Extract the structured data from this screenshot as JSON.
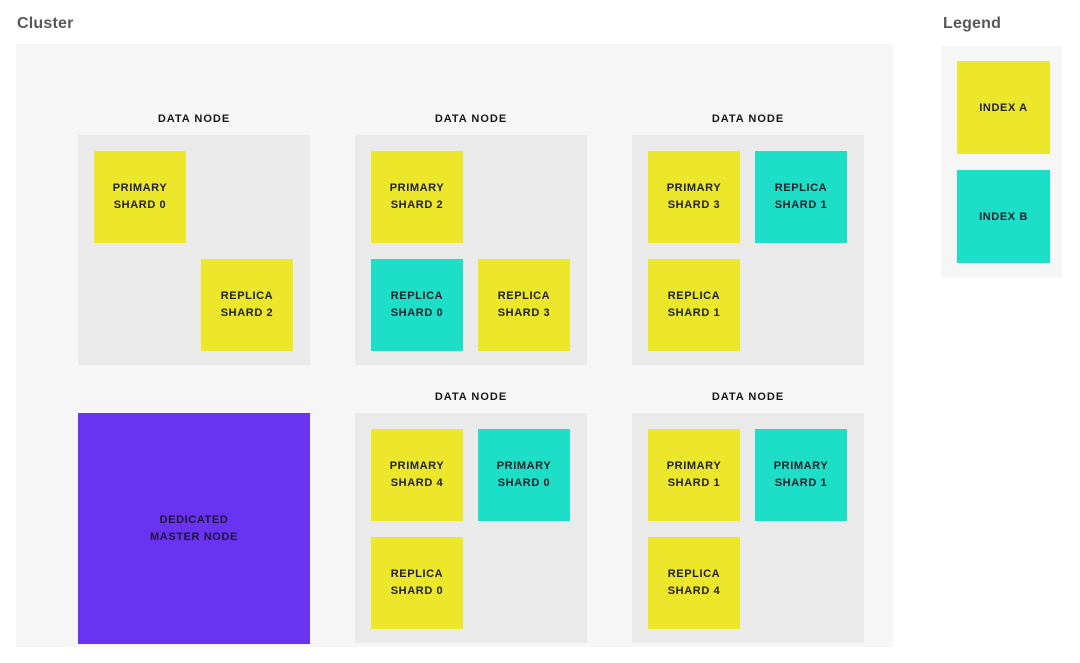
{
  "titles": {
    "cluster": "Cluster",
    "legend": "Legend"
  },
  "colors": {
    "index_a": "#EDE72B",
    "index_b": "#1DDEC6",
    "master_node": "#6A33F1",
    "cluster_bg": "#F6F6F7",
    "node_bg": "#EAEAEB",
    "legend_bg": "#F6F6F7",
    "title_text": "#57585A",
    "label_text": "#17171A"
  },
  "legend": {
    "items": [
      {
        "label": "INDEX A",
        "index": "a"
      },
      {
        "label": "INDEX B",
        "index": "b"
      }
    ]
  },
  "master_node": {
    "label_line1": "DEDICATED",
    "label_line2": "MASTER NODE"
  },
  "nodes": [
    {
      "label": "DATA NODE",
      "position": "top-left",
      "shards": [
        {
          "line1": "PRIMARY",
          "line2": "SHARD 0",
          "index": "a",
          "slot": "r1c1"
        },
        {
          "line1": "REPLICA",
          "line2": "SHARD 2",
          "index": "a",
          "slot": "r2c2"
        }
      ]
    },
    {
      "label": "DATA NODE",
      "position": "top-middle",
      "shards": [
        {
          "line1": "PRIMARY",
          "line2": "SHARD 2",
          "index": "a",
          "slot": "r1c1"
        },
        {
          "line1": "REPLICA",
          "line2": "SHARD 0",
          "index": "b",
          "slot": "r2c1"
        },
        {
          "line1": "REPLICA",
          "line2": "SHARD 3",
          "index": "a",
          "slot": "r2c2"
        }
      ]
    },
    {
      "label": "DATA NODE",
      "position": "top-right",
      "shards": [
        {
          "line1": "PRIMARY",
          "line2": "SHARD 3",
          "index": "a",
          "slot": "r1c1"
        },
        {
          "line1": "REPLICA",
          "line2": "SHARD 1",
          "index": "b",
          "slot": "r1c2"
        },
        {
          "line1": "REPLICA",
          "line2": "SHARD 1",
          "index": "a",
          "slot": "r2c1"
        }
      ]
    },
    {
      "label": "DATA NODE",
      "position": "bottom-middle",
      "shards": [
        {
          "line1": "PRIMARY",
          "line2": "SHARD 4",
          "index": "a",
          "slot": "r1c1"
        },
        {
          "line1": "PRIMARY",
          "line2": "SHARD 0",
          "index": "b",
          "slot": "r1c2"
        },
        {
          "line1": "REPLICA",
          "line2": "SHARD 0",
          "index": "a",
          "slot": "r2c1"
        }
      ]
    },
    {
      "label": "DATA NODE",
      "position": "bottom-right",
      "shards": [
        {
          "line1": "PRIMARY",
          "line2": "SHARD 1",
          "index": "a",
          "slot": "r1c1"
        },
        {
          "line1": "PRIMARY",
          "line2": "SHARD 1",
          "index": "b",
          "slot": "r1c2"
        },
        {
          "line1": "REPLICA",
          "line2": "SHARD 4",
          "index": "a",
          "slot": "r2c1"
        }
      ]
    }
  ]
}
